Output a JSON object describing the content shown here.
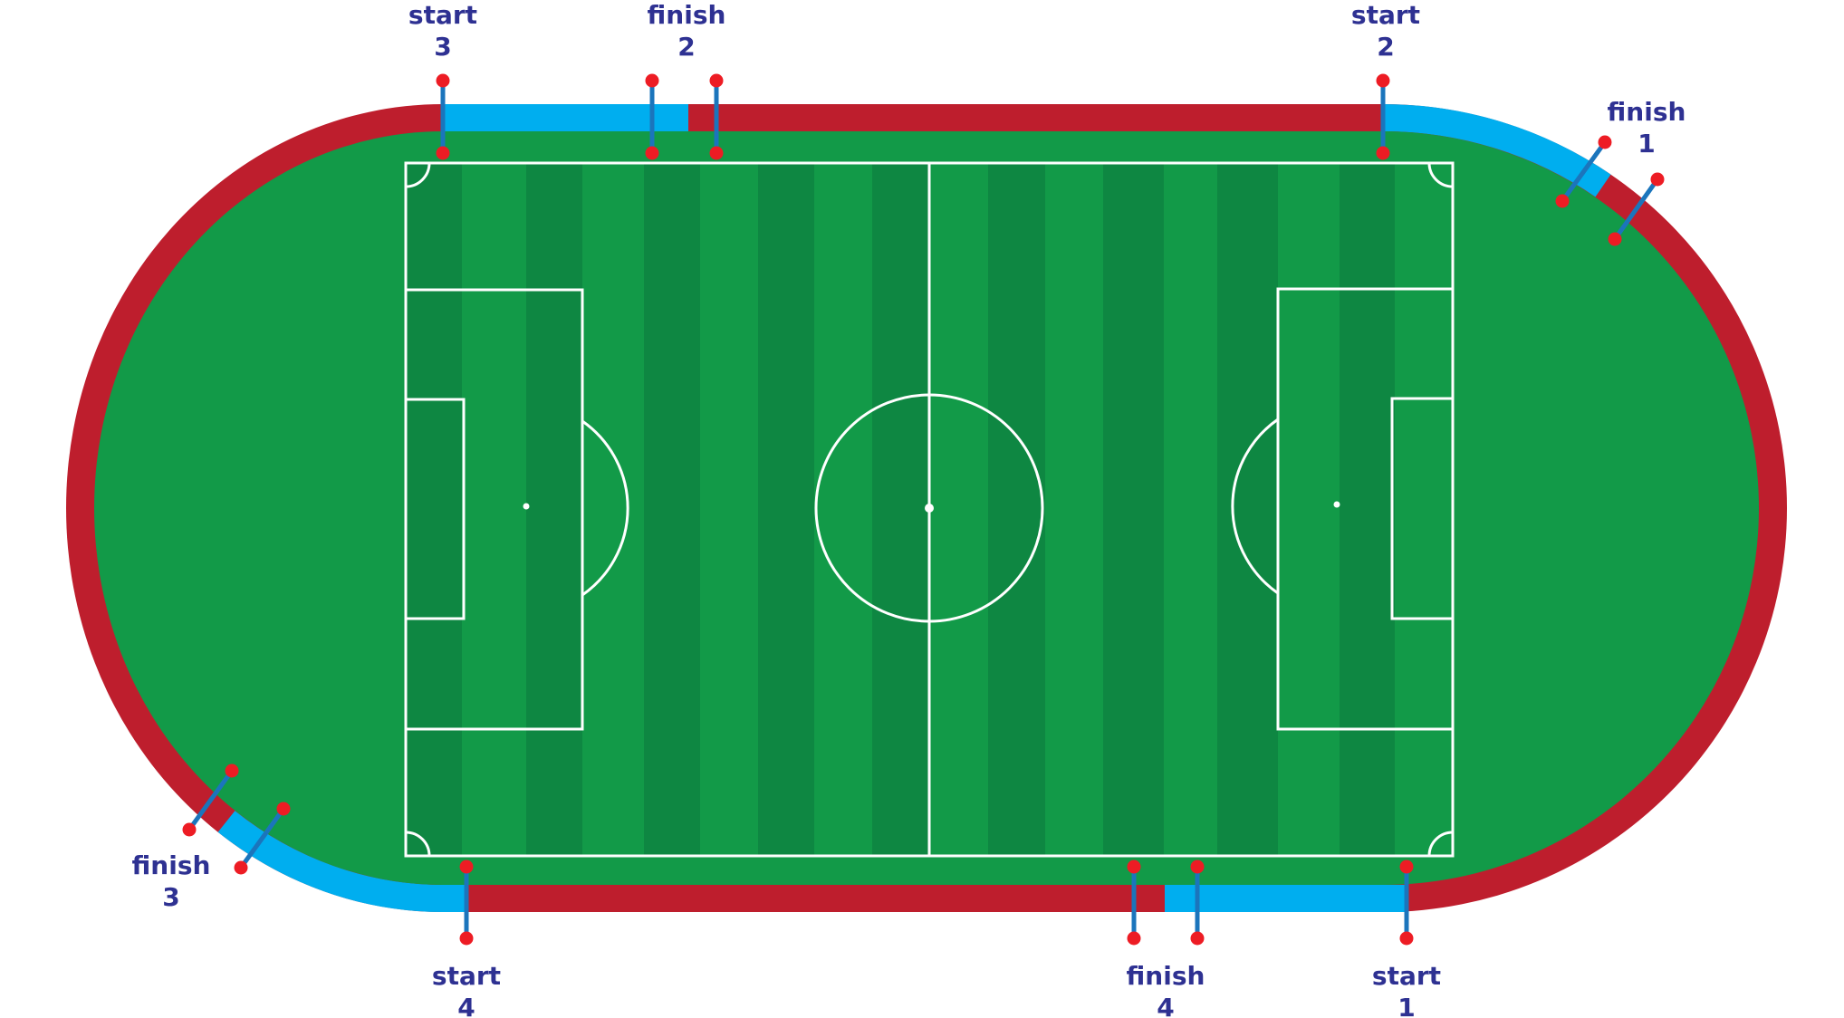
{
  "colors": {
    "track": "#be1e2d",
    "lane_highlight": "#00aeef",
    "grass": "#129a48",
    "grass_stripe": "#0e8742",
    "lines": "#ffffff",
    "label": "#2e3192",
    "marker_line": "#1b75bc",
    "marker_dot": "#ed1c24"
  },
  "labels": {
    "start3": {
      "word": "start",
      "num": "3"
    },
    "finish2": {
      "word": "finish",
      "num": "2"
    },
    "start2": {
      "word": "start",
      "num": "2"
    },
    "finish1": {
      "word": "finish",
      "num": "1"
    },
    "finish3": {
      "word": "finish",
      "num": "3"
    },
    "start4": {
      "word": "start",
      "num": "4"
    },
    "finish4": {
      "word": "finish",
      "num": "4"
    },
    "start1": {
      "word": "start",
      "num": "1"
    }
  }
}
